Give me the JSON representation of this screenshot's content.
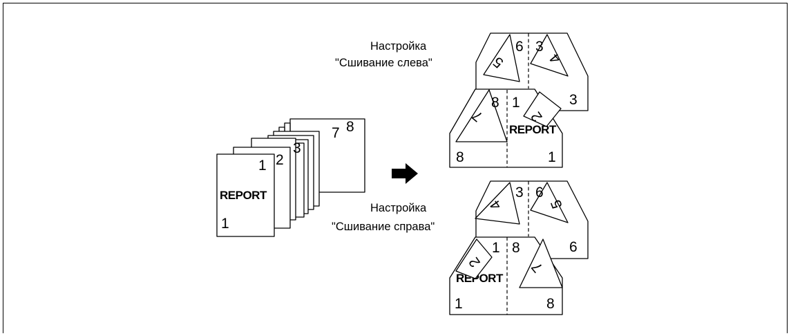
{
  "stack": {
    "report_text": "REPORT",
    "page_numbers": [
      "1",
      "2",
      "3",
      "7",
      "8",
      "1"
    ]
  },
  "top_setting": {
    "label_line1": "Настройка",
    "label_line2": "\"Сшивание слева\"",
    "back_sheet": {
      "left_outer": "5",
      "left_inner": "6",
      "right_inner": "3",
      "right_outer": "4",
      "right_bottom": "3"
    },
    "front_sheet": {
      "left_flap": "7",
      "left_inner": "8",
      "right_inner": "1",
      "right_flap": "2",
      "report_text": "REPORT",
      "left_bottom": "8",
      "right_bottom": "1"
    }
  },
  "bottom_setting": {
    "label_line1": "Настройка",
    "label_line2": "\"Сшивание справа\"",
    "back_sheet": {
      "left_outer": "4",
      "left_inner": "3",
      "right_inner": "6",
      "right_outer": "5",
      "right_bottom": "6"
    },
    "front_sheet": {
      "left_flap": "2",
      "left_inner": "1",
      "right_inner": "8",
      "right_flap": "7",
      "report_text": "REPORT",
      "left_bottom": "1",
      "right_bottom": "8"
    }
  },
  "arrow_icon": "right-arrow-icon"
}
